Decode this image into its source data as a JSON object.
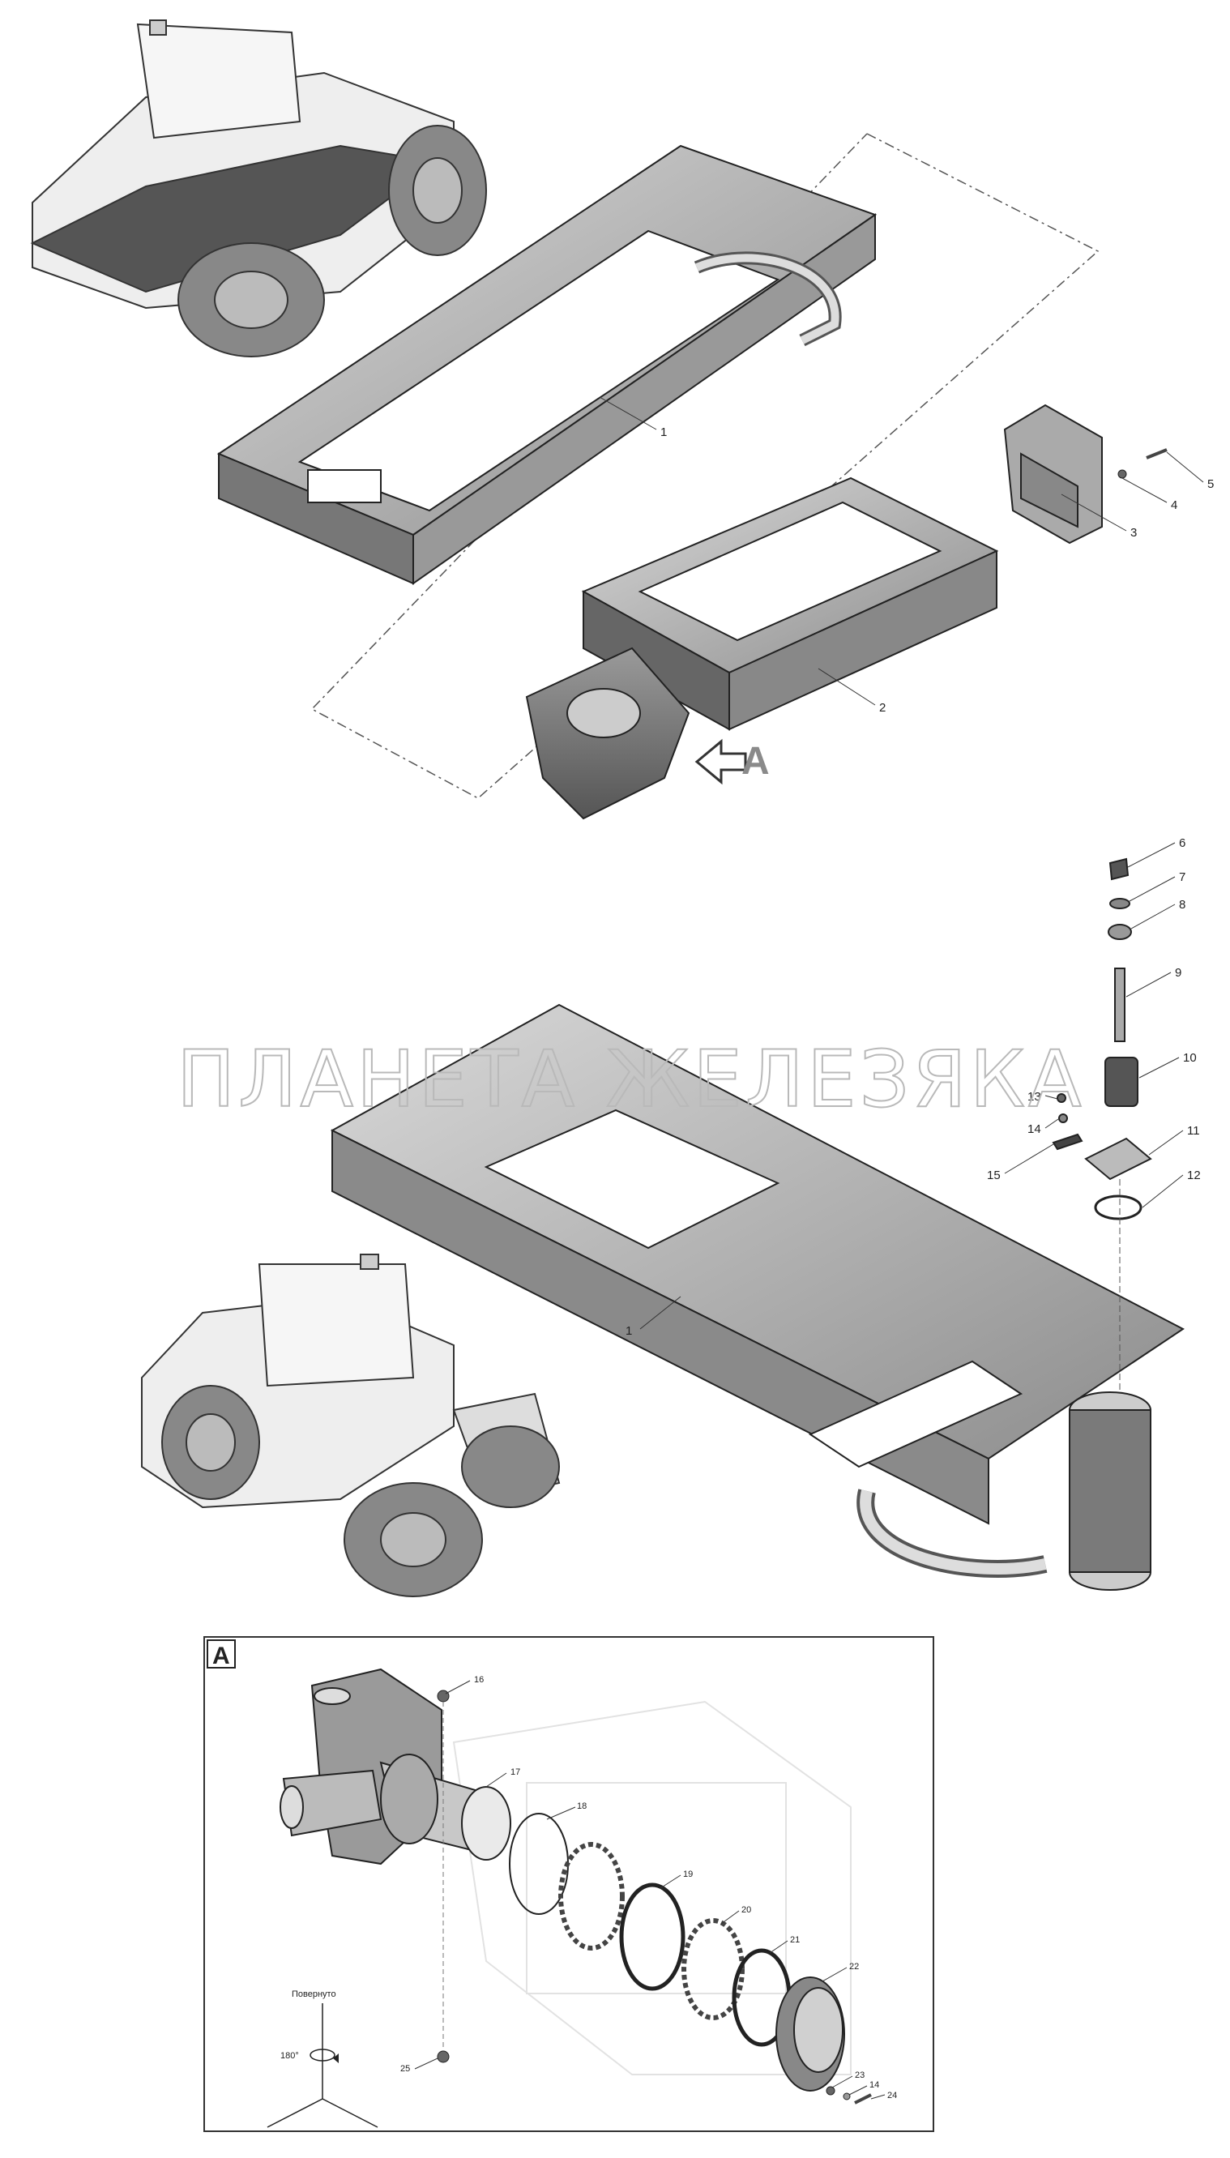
{
  "watermark": "ПЛАНЕТА ЖЕЛЕЗЯКА",
  "view_marker": "A",
  "view_box_label": "A",
  "rotation_caption": "Повернуто",
  "rotation_angle": "180°",
  "callouts_top": [
    "1",
    "2",
    "3",
    "4",
    "5"
  ],
  "callouts_middle": [
    "6",
    "7",
    "8",
    "9",
    "10",
    "11",
    "12",
    "13",
    "14",
    "15",
    "1"
  ],
  "callouts_detail": [
    "16",
    "17",
    "18",
    "19",
    "20",
    "21",
    "22",
    "23",
    "14",
    "24",
    "25"
  ]
}
